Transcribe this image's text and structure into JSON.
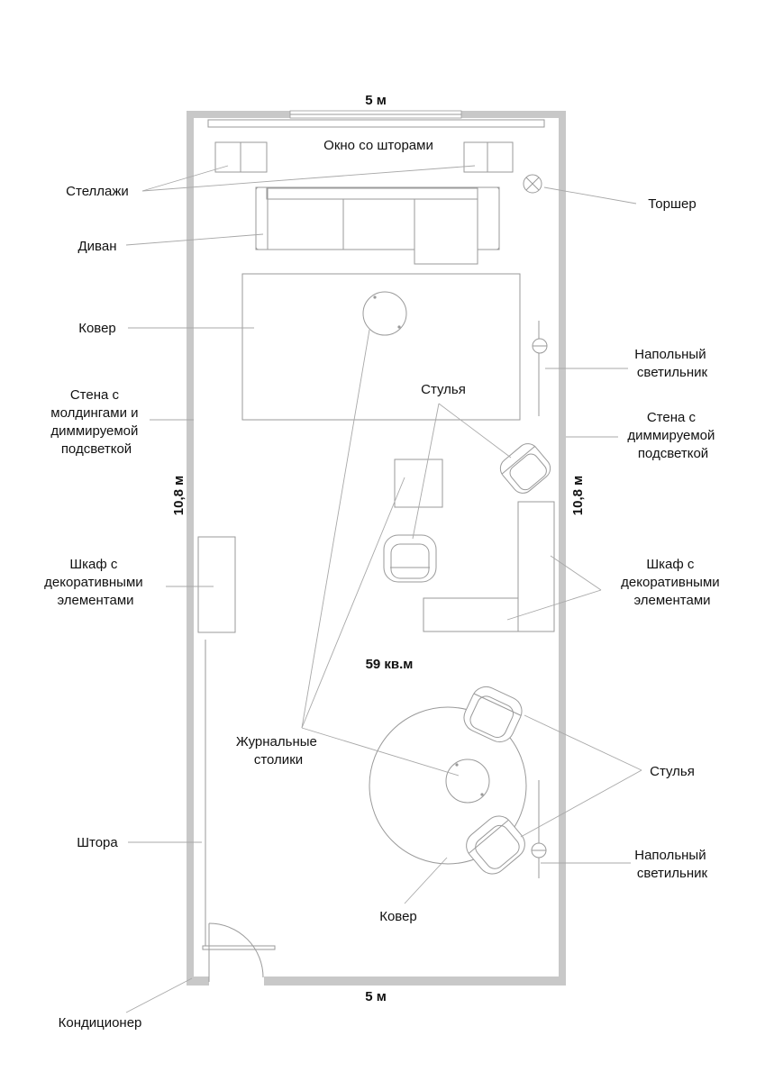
{
  "dimensions": {
    "top_width": "5 м",
    "bottom_width": "5 м",
    "left_length": "10,8 м",
    "right_length": "10,8 м"
  },
  "area": "59 кв.м",
  "labels": {
    "window": "Окно со шторами",
    "shelves": "Стеллажи",
    "floor_lamp": "Торшер",
    "sofa": "Диван",
    "carpet_top": "Ковер",
    "lighting_top": [
      "Напольный",
      "светильник"
    ],
    "wall_left": [
      "Стена с",
      "молдингами и",
      "диммируемой",
      "подсветкой"
    ],
    "wall_right": [
      "Стена с",
      "диммируемой",
      "подсветкой"
    ],
    "chairs_top": "Стулья",
    "cabinet_left": [
      "Шкаф с",
      "декоративными",
      "элементами"
    ],
    "cabinet_right": [
      "Шкаф с",
      "декоративными",
      "элементами"
    ],
    "coffee_tables": [
      "Журнальные",
      "столики"
    ],
    "chairs_bottom": "Стулья",
    "curtain": "Штора",
    "lighting_bottom": [
      "Напольный",
      "светильник"
    ],
    "carpet_bottom": "Ковер",
    "air_conditioner": "Кондиционер"
  }
}
